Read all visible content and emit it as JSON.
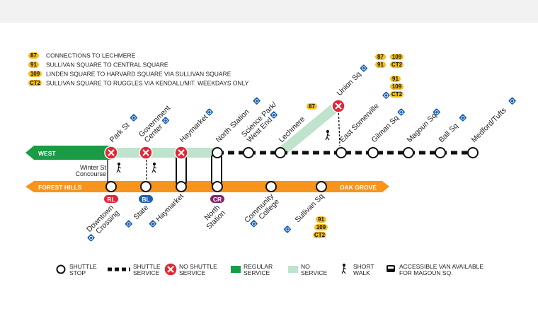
{
  "colors": {
    "green_line": "#1a9b46",
    "green_light": "#bfe3cc",
    "orange_line": "#f7941d",
    "red_x": "#e32636",
    "blue_badge": "#1c60b2",
    "purple_badge": "#80276c",
    "bus_badge": "#f6be1c",
    "top_band": "#f2f2f2"
  },
  "bus_routes": [
    {
      "route": "87",
      "desc": "CONNECTIONS TO LECHMERE"
    },
    {
      "route": "91",
      "desc": "SULLIVAN SQUARE TO CENTRAL SQUARE"
    },
    {
      "route": "109",
      "desc": "LINDEN SQUARE TO HARVARD SQUARE VIA SULLIVAN SQUARE"
    },
    {
      "route": "CT2",
      "desc": "SULLIVAN SQUARE TO RUGGLES VIA KENDALL/MIT. WEEKDAYS ONLY"
    }
  ],
  "green": {
    "west_label": "WEST",
    "stations": [
      {
        "name": "Park St",
        "kind": "x",
        "access": true
      },
      {
        "name": "Government Center",
        "kind": "x",
        "access": true
      },
      {
        "name": "Haymarket",
        "kind": "x",
        "access": true
      },
      {
        "name": "North Station",
        "kind": "stop",
        "access": true
      },
      {
        "name": "Science Park/ West End",
        "kind": "stop",
        "access": true
      },
      {
        "name": "Lechmere",
        "kind": "stop",
        "access": false
      },
      {
        "name": "Union Sq",
        "kind": "x",
        "access": true
      },
      {
        "name": "East Somerville",
        "kind": "stop",
        "access": true
      },
      {
        "name": "Gilman Sq",
        "kind": "stop",
        "access": true
      },
      {
        "name": "Magoun Sq",
        "kind": "stop",
        "access": true
      },
      {
        "name": "Ball Sq",
        "kind": "stop",
        "access": true
      },
      {
        "name": "Medford/Tufts",
        "kind": "stop",
        "access": true
      }
    ],
    "lechmere_bus": [
      "87"
    ],
    "east_somerville_bus": [
      "87",
      "91",
      "109",
      "CT2"
    ],
    "gilman_bus": [
      "91",
      "109",
      "CT2"
    ],
    "winter_st": "Winter St Concourse"
  },
  "orange": {
    "left_label": "FOREST HILLS",
    "right_label": "OAK GROVE",
    "stations": [
      {
        "name": "Downtown Crossing",
        "badge": "RL"
      },
      {
        "name": "State",
        "badge": "BL"
      },
      {
        "name": "Haymarket",
        "badge": ""
      },
      {
        "name": "North Station",
        "badge": "CR"
      },
      {
        "name": "Community College",
        "badge": ""
      },
      {
        "name": "Sullivan Sq",
        "badge": ""
      }
    ],
    "sullivan_bus": [
      "91",
      "109",
      "CT2"
    ]
  },
  "legend": [
    {
      "icon": "shuttle-stop",
      "text": "SHUTTLE STOP"
    },
    {
      "icon": "shuttle-service",
      "text": "SHUTTLE SERVICE"
    },
    {
      "icon": "no-shuttle",
      "text": "NO SHUTTLE SERVICE"
    },
    {
      "icon": "regular",
      "text": "REGULAR SERVICE"
    },
    {
      "icon": "no-service",
      "text": "NO SERVICE"
    },
    {
      "icon": "walk",
      "text": "SHORT WALK"
    },
    {
      "icon": "van",
      "text": "ACCESSIBLE VAN AVAILABLE FOR MAGOUN SQ."
    }
  ]
}
